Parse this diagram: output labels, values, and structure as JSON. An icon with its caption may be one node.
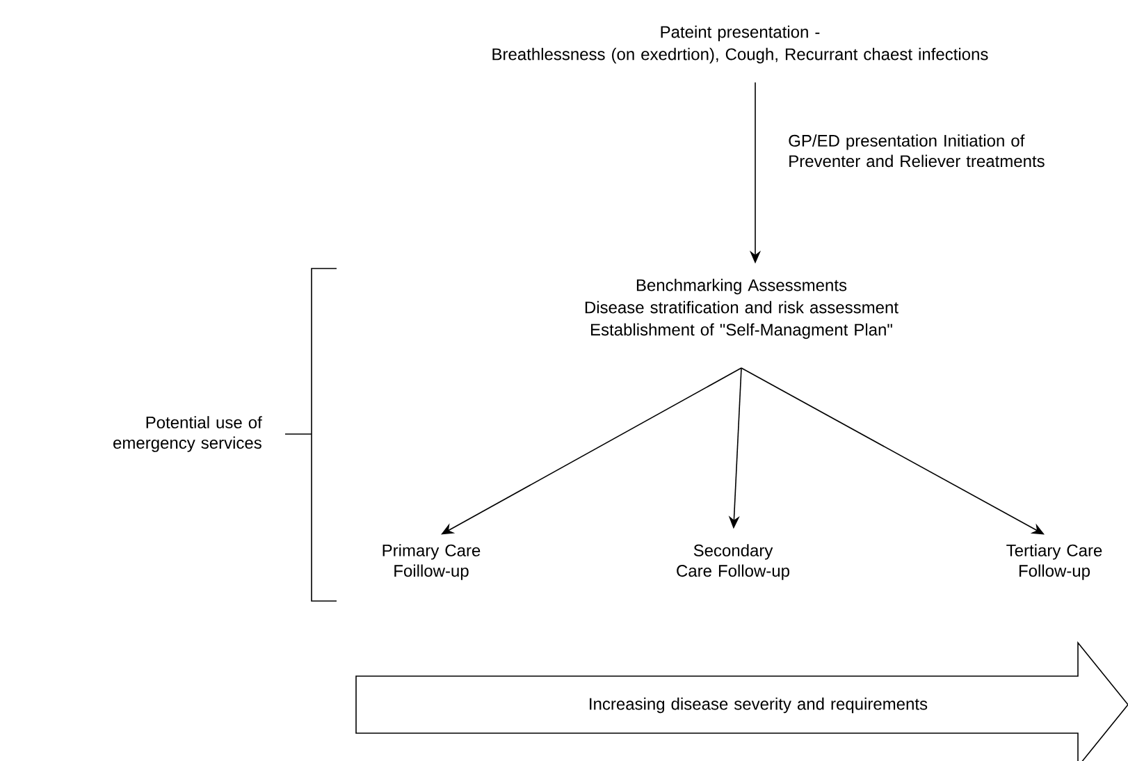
{
  "diagram": {
    "nodes": [
      {
        "text": [
          "Pateint presentation -",
          "Breathlessness (on exedrtion), Cough, Recurrant chaest infections"
        ]
      },
      {
        "text": [
          "Benchmarking Assessments",
          "Disease stratification and risk assessment",
          "Establishment of \"Self-Managment Plan\""
        ]
      },
      {
        "text": [
          "Primary Care Foillow-up"
        ]
      },
      {
        "text": [
          "Secondary Care Follow-up"
        ]
      },
      {
        "text": [
          "Tertiary Care Follow-up"
        ]
      },
      {
        "text": [
          "Increasing disease severity and requirements"
        ]
      }
    ],
    "edges": [
      {
        "from": 0,
        "to": 1,
        "arrow": "to",
        "label": "GP/ED presentation Initiation of Preventer and Reliever treatments"
      },
      {
        "from": 1,
        "to": 2,
        "arrow": "to"
      },
      {
        "from": 1,
        "to": 3,
        "arrow": "to"
      },
      {
        "from": 1,
        "to": 4,
        "arrow": "to"
      }
    ],
    "labels": [
      "Potential use of emergency services"
    ]
  }
}
